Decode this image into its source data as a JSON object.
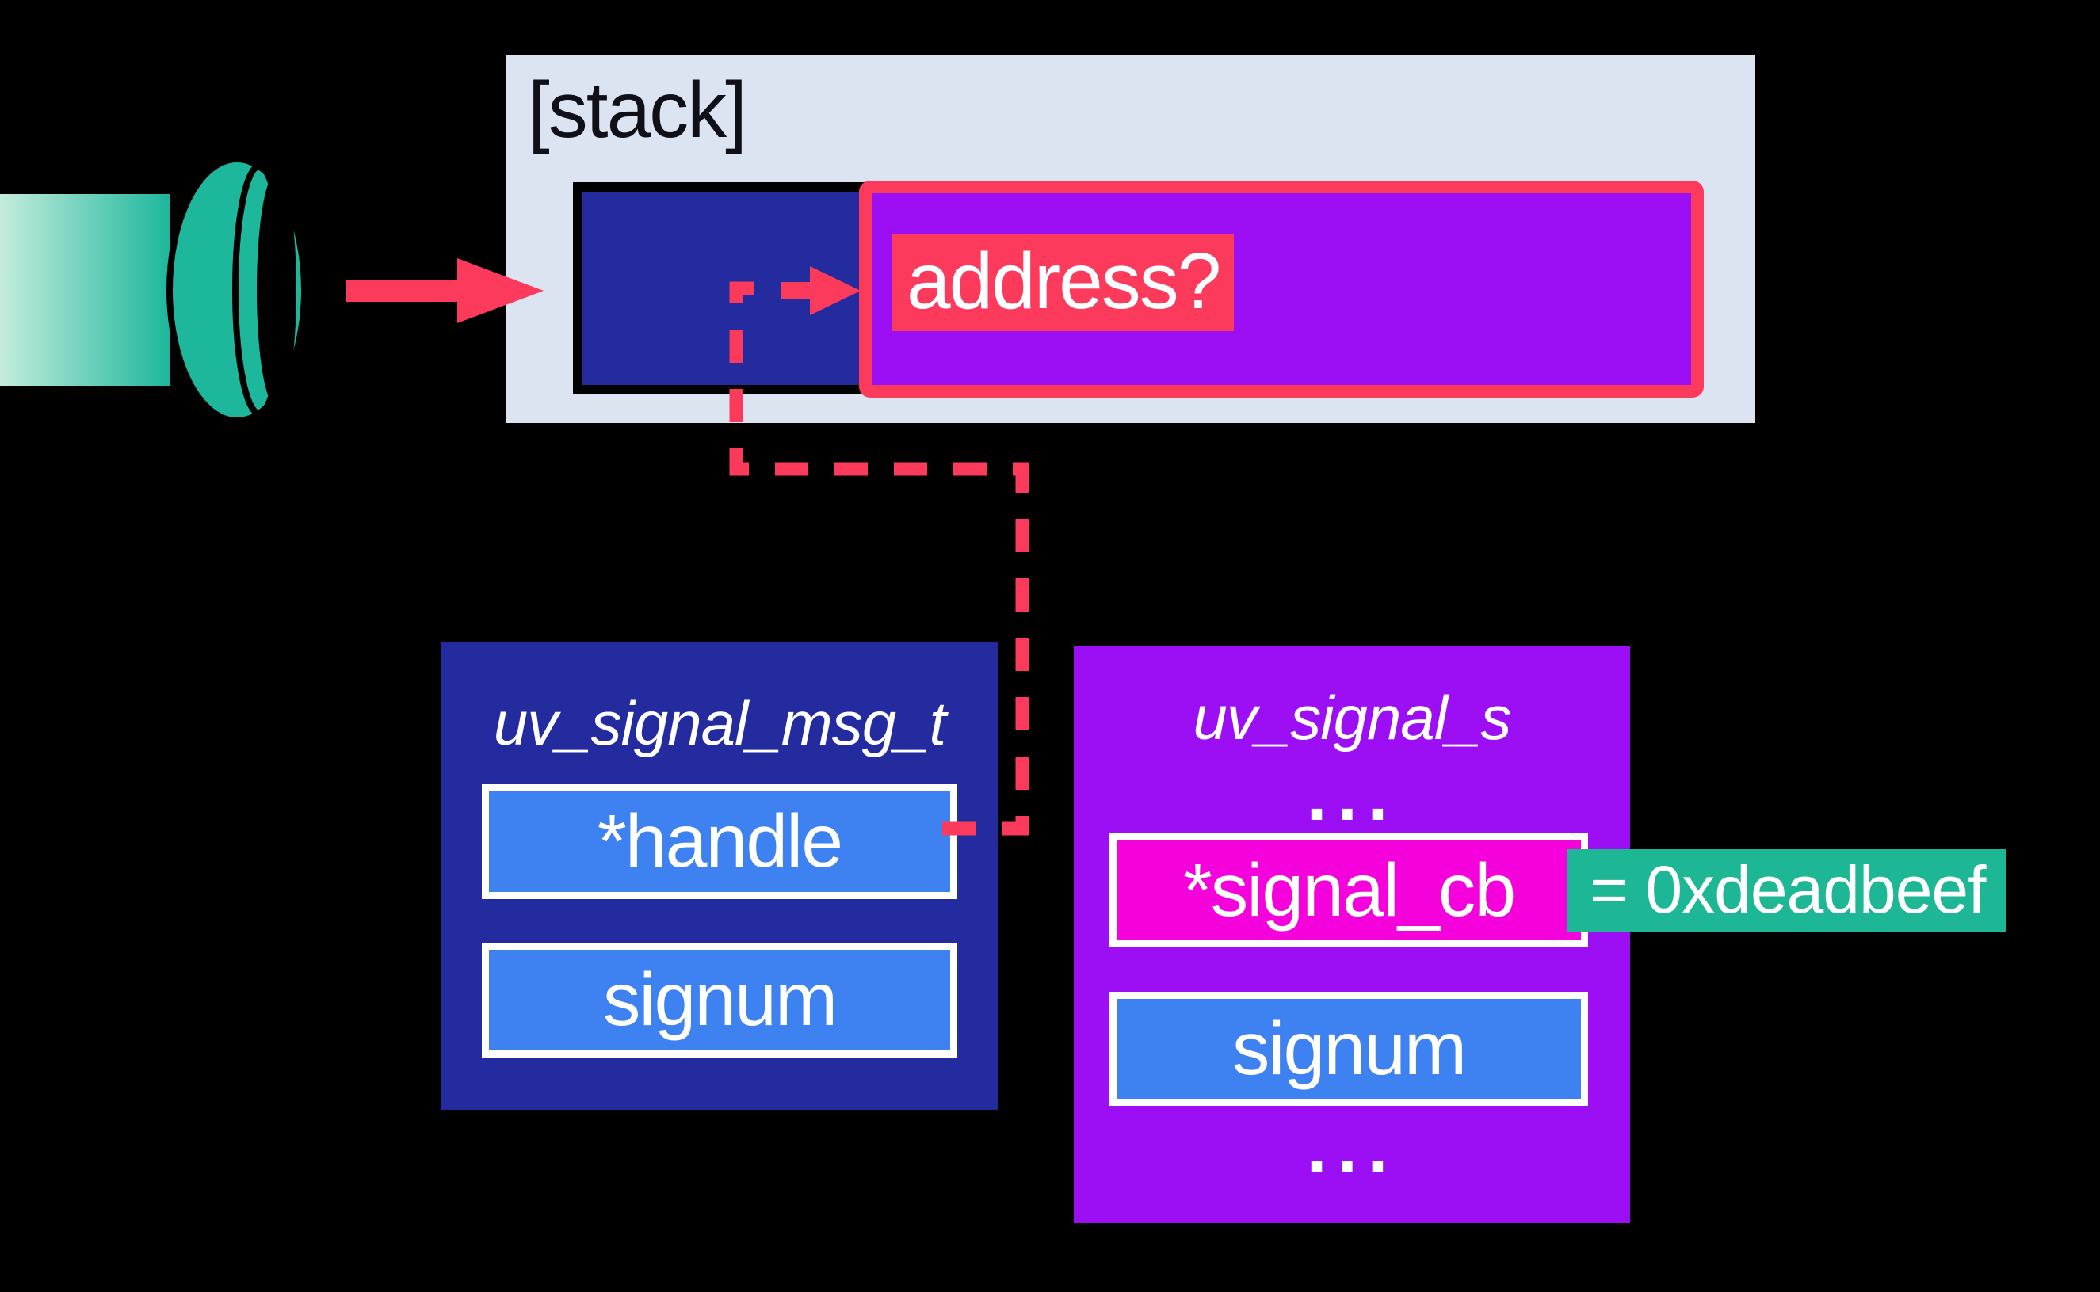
{
  "palette": {
    "background": "#000000",
    "stack_bg": "#dde4f1",
    "dark_blue": "#232b9f",
    "light_blue": "#3e82f2",
    "purple": "#9c0ef4",
    "magenta": "#f401dc",
    "red_accent": "#fb3a5c",
    "teal": "#1db795",
    "teal_gradient_light": "#c4ecdc",
    "text_light": "#ffffff",
    "text_dark": "#101018"
  },
  "stack": {
    "title": "[stack]",
    "address_label": "address?"
  },
  "structs": {
    "msg": {
      "title": "uv_signal_msg_t",
      "fields": [
        {
          "label": "*handle"
        },
        {
          "label": "signum"
        }
      ]
    },
    "signal": {
      "title": "uv_signal_s",
      "ellipsis_top": "...",
      "fields": [
        {
          "label": "*signal_cb"
        },
        {
          "label": "signum"
        }
      ],
      "ellipsis_bottom": "..."
    }
  },
  "annotation": {
    "value_label": "= 0xdeadbeef"
  },
  "icons": {
    "flashlight": "teal-pipe-flashlight",
    "flow_arrow": "right-arrow",
    "deref_arrow": "small-right-arrow",
    "pointer_path": "dashed-pointer-elbow"
  }
}
